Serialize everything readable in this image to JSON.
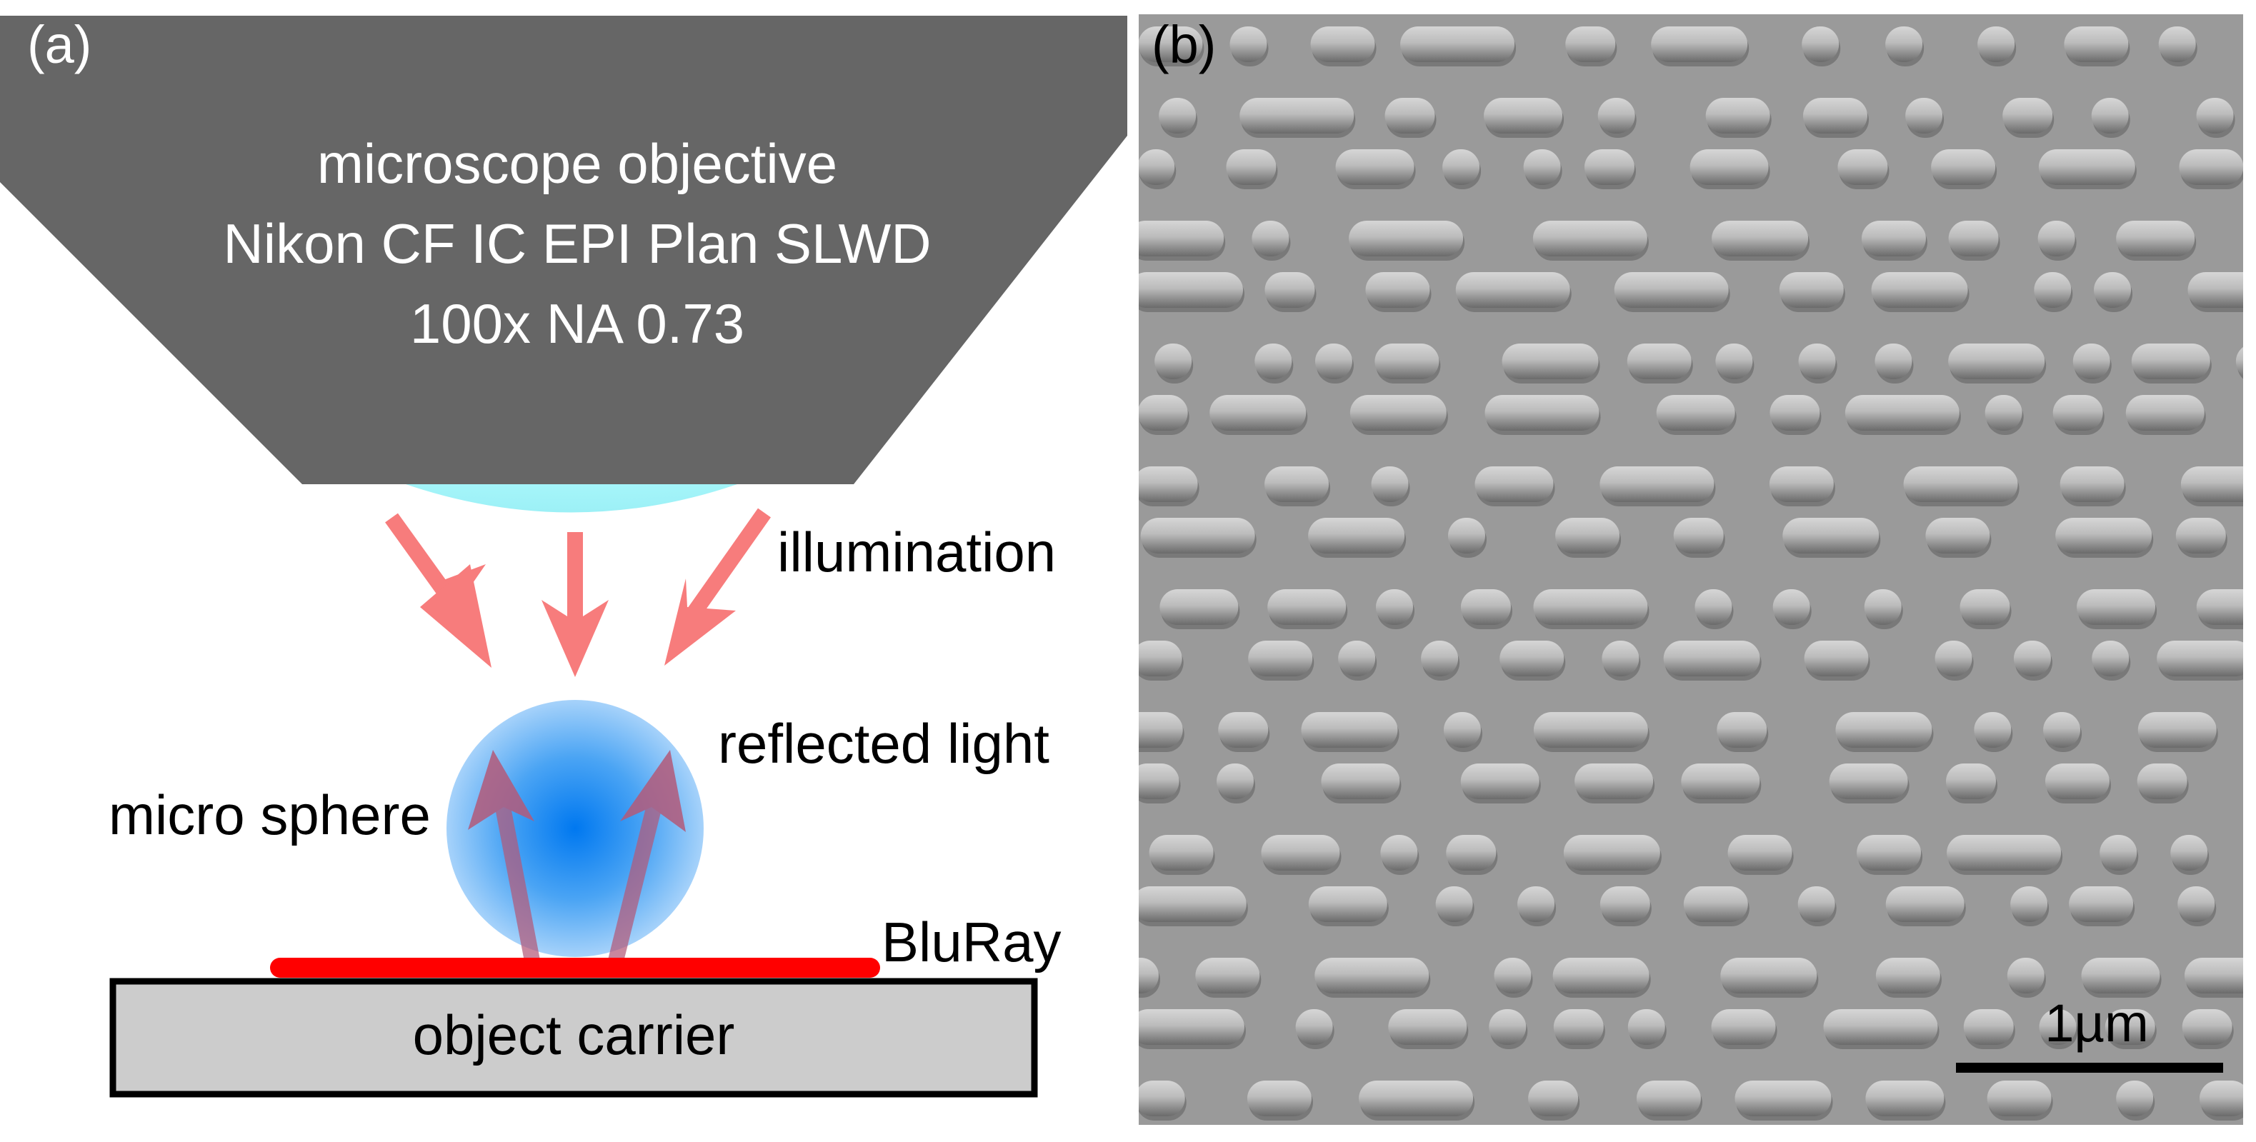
{
  "panel_a": {
    "label": "(a)",
    "objective": {
      "line1": "microscope objective",
      "line2": "Nikon CF IC EPI Plan SLWD",
      "line3": "100x NA 0.73"
    },
    "illumination_label": "illumination",
    "reflected_label": "reflected light",
    "sphere_label": "micro sphere",
    "bluray_label": "BluRay",
    "carrier_label": "object carrier"
  },
  "panel_b": {
    "label": "(b)",
    "scale_bar_label": "1µm"
  },
  "colors": {
    "objective": "#666666",
    "lens": "#aaf6fa",
    "arrow": "#f77c7c",
    "sphere_center": "#0078f0",
    "sphere_edge": "#a6d2fa",
    "reflected_arrow": "#b35a7a",
    "bluray": "#ff0000",
    "carrier": "#cccccc",
    "sem_background": "#9a9a9a"
  }
}
